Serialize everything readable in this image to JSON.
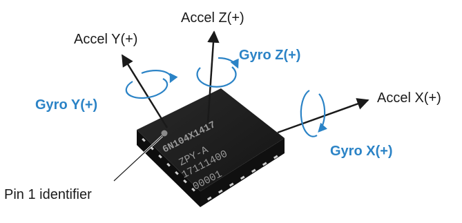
{
  "colors": {
    "gyro": "#2b83c6",
    "axis": "#1a1a1a",
    "chip_body": "#1c1c1c",
    "chip_marking": "#9a9a9a"
  },
  "axes": {
    "accel_x": "Accel X(+)",
    "accel_y": "Accel Y(+)",
    "accel_z": "Accel Z(+)",
    "gyro_x": "Gyro X(+)",
    "gyro_y": "Gyro Y(+)",
    "gyro_z": "Gyro Z(+)"
  },
  "callout": {
    "pin1": "Pin 1 identifier"
  },
  "chip": {
    "marking_lines": [
      "6N104X1417",
      "ZPY-A",
      "17111400",
      "00001"
    ]
  }
}
